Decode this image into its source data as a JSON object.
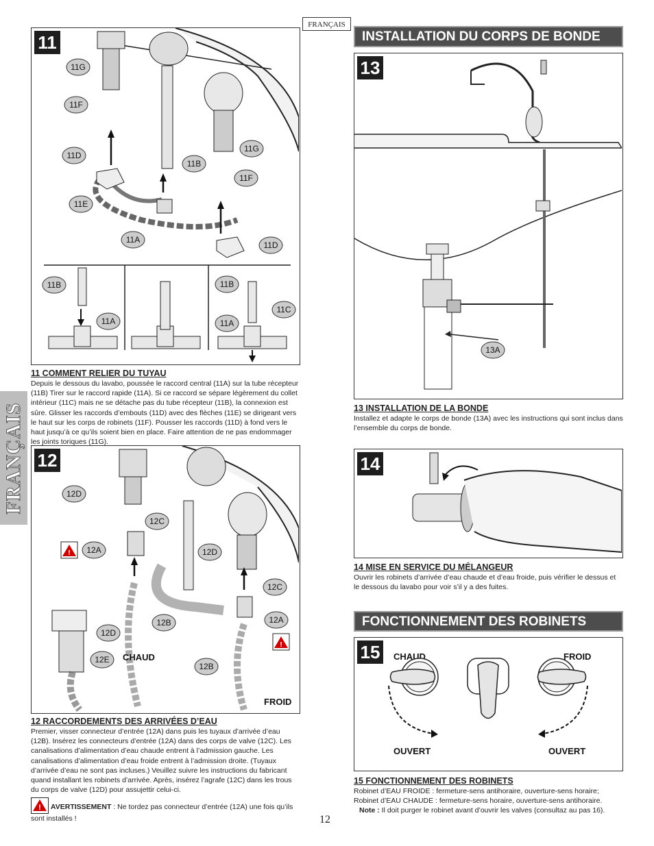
{
  "language_tag": "FRANÇAIS",
  "side_tab": "FRANÇAIS",
  "page_number": "12",
  "sections": {
    "install_drain_header": "INSTALLATION DU CORPS DE BONDE",
    "faucet_operation_header": "FONCTIONNEMENT DES ROBINETS"
  },
  "step11": {
    "number": "11",
    "labels": [
      "11G",
      "11F",
      "11D",
      "11E",
      "11B",
      "11G",
      "11F",
      "11A",
      "11D",
      "11B",
      "11A",
      "11B",
      "11A",
      "11C"
    ],
    "title": "11  COMMENT RELIER DU TUYAU",
    "body": "Depuis le dessous du lavabo, poussée le raccord central (11A) sur la tube récepteur (11B) Tirer sur le raccord rapide (11A). Si ce raccord se sépare légèrement du collet intérieur (11C) mais ne se détache pas du tube récepteur (11B), la connexion est sûre. Glisser les raccords d’embouts (11D) avec des flèches (11E) se dirigeant vers le haut sur les corps de robinets (11F). Pousser les raccords (11D) à fond vers le haut jusqu’à ce qu’ils soient bien en place. Faire attention de ne pas endommager les joints toriques (11G)."
  },
  "step12": {
    "number": "12",
    "labels": [
      "12D",
      "12C",
      "12A",
      "12D",
      "12C",
      "12A",
      "12D",
      "12B",
      "12E",
      "12B"
    ],
    "hot": "CHAUD",
    "cold": "FROID",
    "title": "12  RACCORDEMENTS DES ARRIVÉES D’EAU",
    "body": "Premier, visser connecteur d’entrée (12A) dans puis les tuyaux d’arrivée d’eau (12B). Insérez les connecteurs d’entrée (12A) dans des corps de valve (12C). Les canalisations d’alimentation d’eau chaude entrent à l’admission gauche. Les canalisations d’alimentation d’eau froide entrent à l’admission droite. (Tuyaux d’arrivée d’eau ne sont pas incluses.) Veuillez suivre les instructions du fabricant quand installant les robinets d’arrivée. Après, insérez l’agrafe (12C) dans les trous du corps de valve (12D) pour assujettir celui-ci.",
    "warning_label": "AVERTISSEMENT",
    "warning_text": " : Ne tordez pas connecteur d’entrée (12A) une fois qu’ils sont installés !"
  },
  "step13": {
    "number": "13",
    "label": "13A",
    "title": "13  INSTALLATION DE LA BONDE",
    "body": "Installez et adapte le corps de bonde (13A) avec les instructions qui sont inclus dans l’ensemble du corps de bonde."
  },
  "step14": {
    "number": "14",
    "title": "14  MISE EN SERVICE DU MÉLANGEUR",
    "body": "Ouvrir les robinets d’arrivée d’eau chaude et d’eau froide, puis vérifier le dessus et le dessous du lavabo pour voir s’il y a des fuites."
  },
  "step15": {
    "number": "15",
    "hot": "CHAUD",
    "cold": "FROID",
    "open_left": "OUVERT",
    "open_right": "OUVERT",
    "title": "15  FONCTIONNEMENT DES ROBINETS",
    "body": "Robinet d’EAU FROIDE : fermeture-sens antihoraire, ouverture-sens horaire; Robinet d’EAU CHAUDE : fermeture-sens horaire, ouverture-sens antihoraire.",
    "note_label": "Note :",
    "note_text": " Il doit purger le robinet avant d’ouvrir les valves (consultaz au pas 16)."
  }
}
